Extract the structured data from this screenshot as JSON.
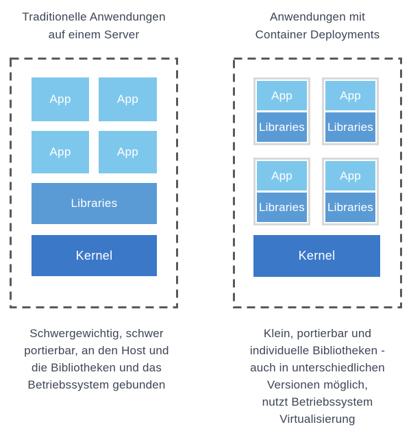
{
  "colors": {
    "app_light_blue": "#7EC7EC",
    "libraries_blue": "#5B9BD5",
    "kernel_blue": "#3B78C8",
    "dashed_border": "#58595B",
    "container_frame": "#D9D9D9",
    "dark_text": "#3E4457",
    "box_label_text": "#FFFFFF",
    "background": "#FFFFFF"
  },
  "left_panel": {
    "title": "Traditionelle Anwendungen\nauf einem Server",
    "apps": [
      "App",
      "App",
      "App",
      "App"
    ],
    "libraries_label": "Libraries",
    "kernel_label": "Kernel",
    "caption": "Schwergewichtig, schwer\nportierbar, an den Host und\ndie Bibliotheken und das\nBetriebssystem gebunden"
  },
  "right_panel": {
    "title": "Anwendungen mit\nContainer Deployments",
    "containers": [
      {
        "app": "App",
        "libraries": "Libraries"
      },
      {
        "app": "App",
        "libraries": "Libraries"
      },
      {
        "app": "App",
        "libraries": "Libraries"
      },
      {
        "app": "App",
        "libraries": "Libraries"
      }
    ],
    "kernel_label": "Kernel",
    "caption": "Klein, portierbar und\nindividuelle Bibliotheken -\nauch in unterschiedlichen\nVersionen möglich,\nnutzt Betriebssystem\nVirtualisierung"
  }
}
